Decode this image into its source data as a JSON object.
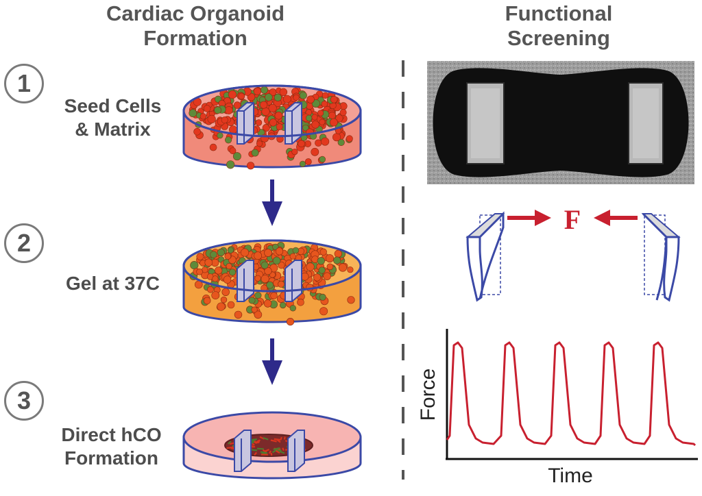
{
  "headings": {
    "left": [
      "Cardiac Organoid",
      "Formation"
    ],
    "right": [
      "Functional",
      "Screening"
    ]
  },
  "steps": [
    {
      "num": "1",
      "label": [
        "Seed Cells",
        "& Matrix"
      ]
    },
    {
      "num": "2",
      "label": [
        "Gel at 37C"
      ]
    },
    {
      "num": "3",
      "label": [
        "Direct hCO",
        "Formation"
      ]
    }
  ],
  "force_label": "F",
  "plot": {
    "ylabel": "Force",
    "xlabel": "Time",
    "trace_color": "#c8202f"
  },
  "colors": {
    "dish_outline": "#3b49a6",
    "arrow": "#2e2a8a",
    "red_cell": "#e2381e",
    "green_cell": "#5f8a3a",
    "gel_fill": "#f5a43a",
    "force_arrow": "#c8202f"
  },
  "icons": [
    "petri-dish-icon",
    "cell-cluster-icon",
    "micropillar-icon",
    "down-arrow-icon"
  ]
}
